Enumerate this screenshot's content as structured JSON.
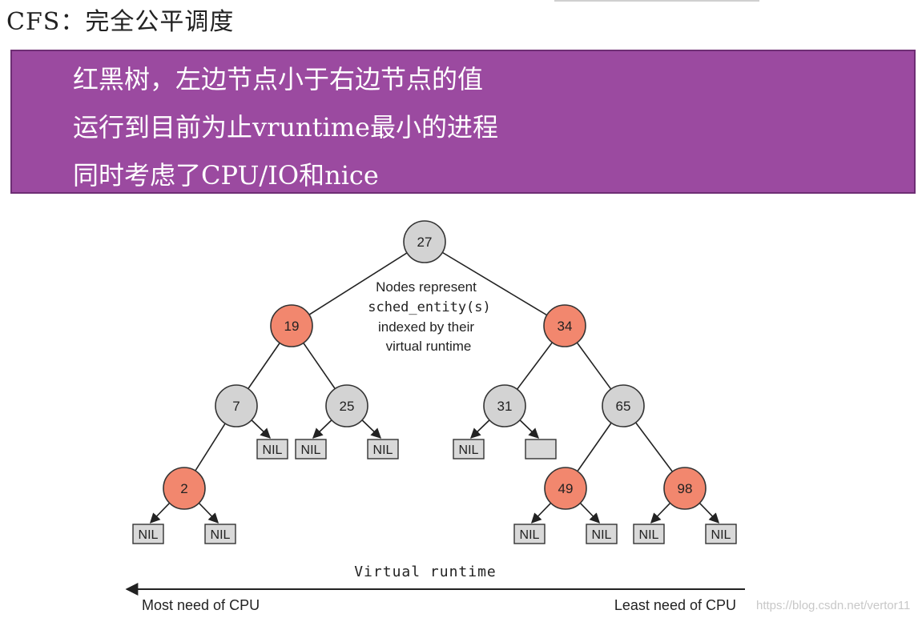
{
  "title": "CFS：完全公平调度",
  "bullets": [
    "红黑树，左边节点小于右边节点的值",
    "运行到目前为止vruntime最小的进程",
    "同时考虑了CPU/IO和nice"
  ],
  "colors": {
    "purple_box": "#9b4aa0",
    "red_node": "#f2876e",
    "gray_node": "#d3d3d3",
    "nil_box": "#d9d9d9"
  },
  "annotation": {
    "line1": "Nodes represent",
    "line2": "sched_entity(s)",
    "line3": "indexed by their",
    "line4": "virtual runtime"
  },
  "axis": {
    "label": "Virtual runtime",
    "left": "Most need of CPU",
    "right": "Least need of CPU"
  },
  "nil_text": "NIL",
  "tree": {
    "nodes": [
      {
        "id": "n27",
        "value": "27",
        "color": "gray"
      },
      {
        "id": "n19",
        "value": "19",
        "color": "red"
      },
      {
        "id": "n34",
        "value": "34",
        "color": "red"
      },
      {
        "id": "n7",
        "value": "7",
        "color": "gray"
      },
      {
        "id": "n25",
        "value": "25",
        "color": "gray"
      },
      {
        "id": "n31",
        "value": "31",
        "color": "gray"
      },
      {
        "id": "n65",
        "value": "65",
        "color": "gray"
      },
      {
        "id": "n2",
        "value": "2",
        "color": "red"
      },
      {
        "id": "n49",
        "value": "49",
        "color": "red"
      },
      {
        "id": "n98",
        "value": "98",
        "color": "red"
      }
    ],
    "edges": [
      [
        "n27",
        "n19"
      ],
      [
        "n27",
        "n34"
      ],
      [
        "n19",
        "n7"
      ],
      [
        "n19",
        "n25"
      ],
      [
        "n34",
        "n31"
      ],
      [
        "n34",
        "n65"
      ],
      [
        "n7",
        "n2"
      ],
      [
        "n65",
        "n49"
      ],
      [
        "n65",
        "n98"
      ]
    ],
    "leaves": [
      {
        "parent": "n7",
        "side": "right",
        "label": true
      },
      {
        "parent": "n25",
        "side": "left",
        "label": true
      },
      {
        "parent": "n25",
        "side": "right",
        "label": true
      },
      {
        "parent": "n31",
        "side": "left",
        "label": true
      },
      {
        "parent": "n31",
        "side": "right",
        "label": false
      },
      {
        "parent": "n2",
        "side": "left",
        "label": true
      },
      {
        "parent": "n2",
        "side": "right",
        "label": true
      },
      {
        "parent": "n49",
        "side": "left",
        "label": true
      },
      {
        "parent": "n49",
        "side": "right",
        "label": true
      },
      {
        "parent": "n98",
        "side": "left",
        "label": true
      },
      {
        "parent": "n98",
        "side": "right",
        "label": true
      }
    ]
  },
  "watermark": "https://blog.csdn.net/vertor11"
}
